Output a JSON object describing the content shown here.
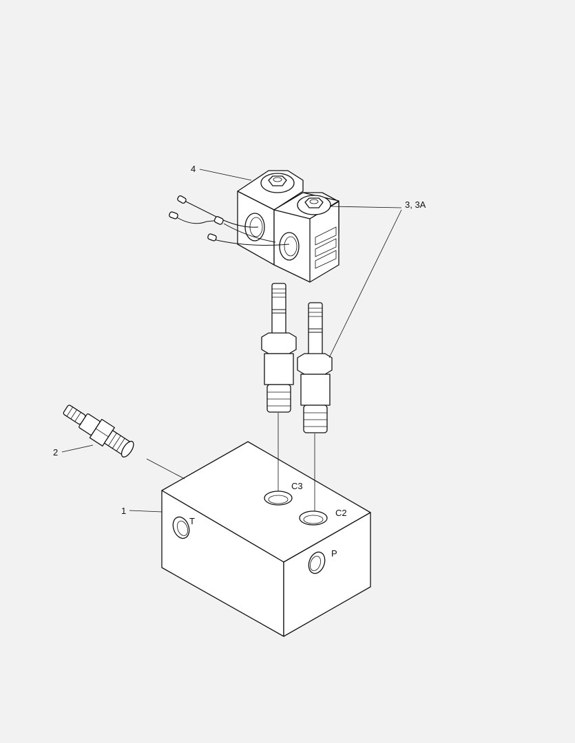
{
  "callouts": {
    "block": "1",
    "relief_valve": "2",
    "cartridge_valves": "3, 3A",
    "coils": "4"
  },
  "port_labels": {
    "c3": "C3",
    "c2": "C2",
    "t": "T",
    "p": "P"
  }
}
